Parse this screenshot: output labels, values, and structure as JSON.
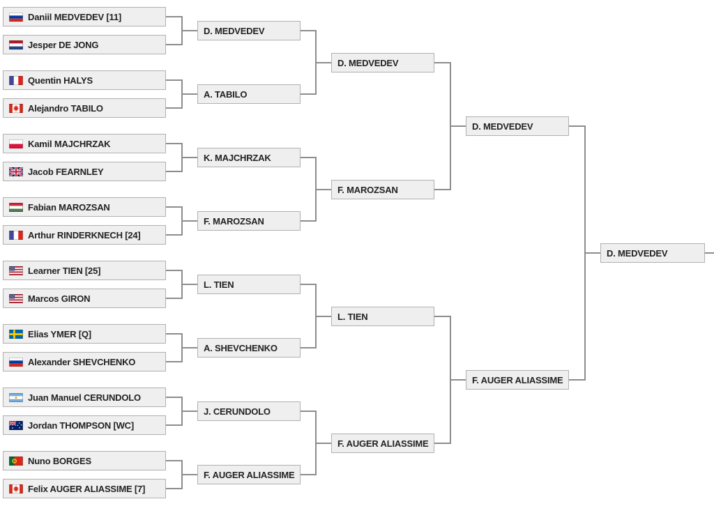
{
  "page": {
    "background_color": "#ffffff"
  },
  "bracket": {
    "colors": {
      "box_fill": "#efefef",
      "box_border": "#b0b0b0",
      "connector_line": "#8c8c8c",
      "text": "#222222"
    },
    "rounds": [
      {
        "players": [
          {
            "name": "Daniil MEDVEDEV [11]",
            "flag": "ru"
          },
          {
            "name": "Jesper DE JONG",
            "flag": "nl"
          },
          {
            "name": "Quentin HALYS",
            "flag": "fr"
          },
          {
            "name": "Alejandro TABILO",
            "flag": "ca"
          },
          {
            "name": "Kamil MAJCHRZAK",
            "flag": "pl"
          },
          {
            "name": "Jacob FEARNLEY",
            "flag": "gb"
          },
          {
            "name": "Fabian MAROZSAN",
            "flag": "hu"
          },
          {
            "name": "Arthur RINDERKNECH [24]",
            "flag": "fr"
          },
          {
            "name": "Learner TIEN [25]",
            "flag": "us"
          },
          {
            "name": "Marcos GIRON",
            "flag": "us"
          },
          {
            "name": "Elias YMER [Q]",
            "flag": "se"
          },
          {
            "name": "Alexander SHEVCHENKO",
            "flag": "ru"
          },
          {
            "name": "Juan Manuel CERUNDOLO",
            "flag": "ar"
          },
          {
            "name": "Jordan THOMPSON [WC]",
            "flag": "au"
          },
          {
            "name": "Nuno BORGES",
            "flag": "pt"
          },
          {
            "name": "Felix AUGER ALIASSIME [7]",
            "flag": "ca"
          }
        ]
      },
      {
        "players": [
          "D. MEDVEDEV",
          "A. TABILO",
          "K. MAJCHRZAK",
          "F. MAROZSAN",
          "L. TIEN",
          "A. SHEVCHENKO",
          "J. CERUNDOLO",
          "F. AUGER ALIASSIME"
        ]
      },
      {
        "players": [
          "D. MEDVEDEV",
          "F. MAROZSAN",
          "L. TIEN",
          "F. AUGER ALIASSIME"
        ]
      },
      {
        "players": [
          "D. MEDVEDEV",
          "F. AUGER ALIASSIME"
        ]
      },
      {
        "players": [
          "D. MEDVEDEV"
        ]
      }
    ]
  }
}
